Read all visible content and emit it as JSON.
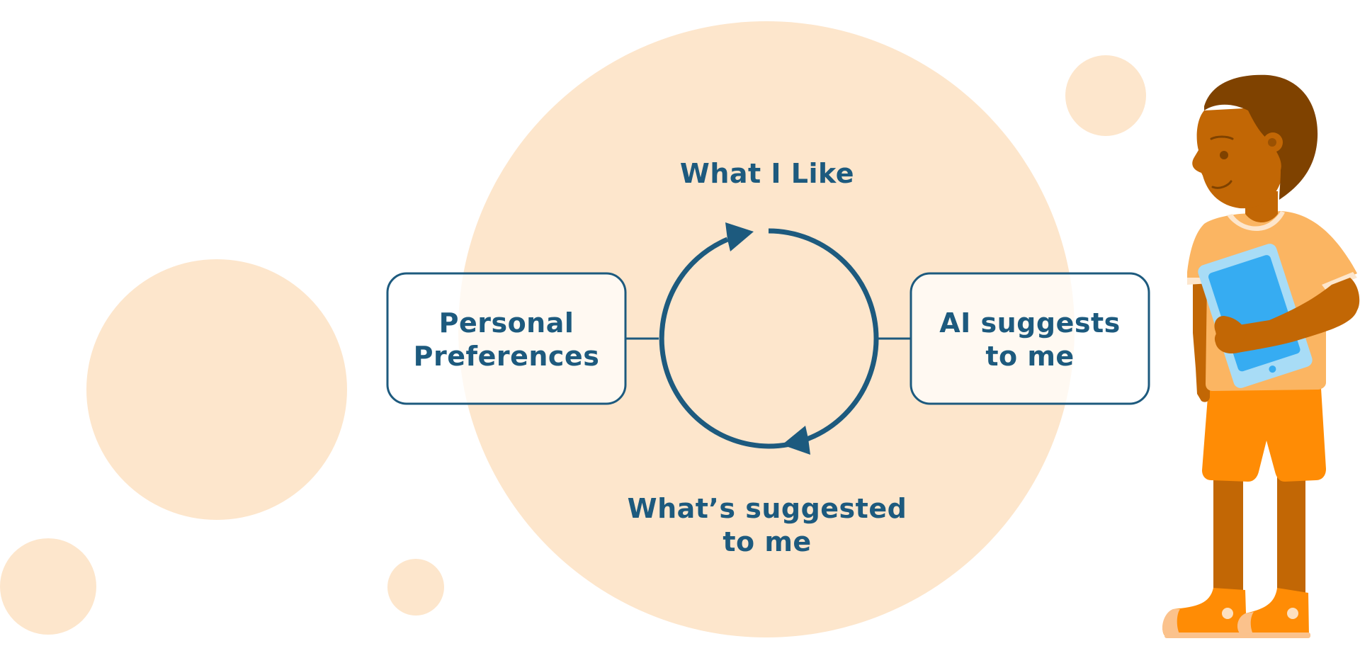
{
  "colors": {
    "background": "#ffffff",
    "bubble": "#fde6cc",
    "primary": "#1d5a7e",
    "skin": "#c26705",
    "hair": "#7f4200",
    "shirt": "#fbb562",
    "shorts": "#ff8c05",
    "tablet_frame": "#a8dcf6",
    "tablet_screen": "#36acf2"
  },
  "diagram": {
    "top_label": "What I Like",
    "left_box": {
      "line1": "Personal",
      "line2": "Preferences"
    },
    "right_box": {
      "line1": "AI suggests",
      "line2": "to me"
    },
    "bottom_label": {
      "line1": "What’s suggested",
      "line2": "to me"
    }
  },
  "illustration": {
    "subject": "child-holding-tablet",
    "icons": [
      "cycle-arrows-icon",
      "tablet-icon"
    ]
  }
}
